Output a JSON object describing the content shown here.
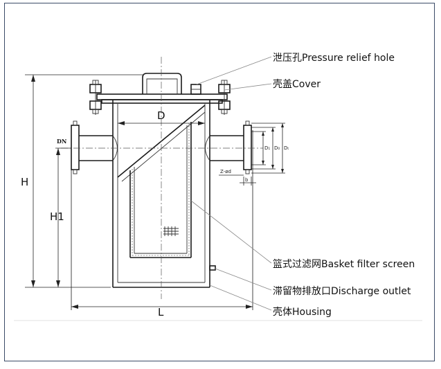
{
  "labels": {
    "pressure_relief_hole": "泄压孔Pressure relief hole",
    "cover": "壳盖Cover",
    "basket_filter_screen": "篮式过滤网Basket filter screen",
    "discharge_outlet": "滞留物排放口Discharge outlet",
    "housing": "壳体Housing"
  },
  "dimensions": {
    "D": "D",
    "H": "H",
    "H1": "H1",
    "L": "L",
    "DN": "DN",
    "D1": "D₁",
    "D0": "D₀",
    "Dt": "Dₜ",
    "z_d": "Z-ød",
    "b": "b"
  },
  "colors": {
    "frame_border": "#3a4a66",
    "line": "#1a1a1a"
  }
}
